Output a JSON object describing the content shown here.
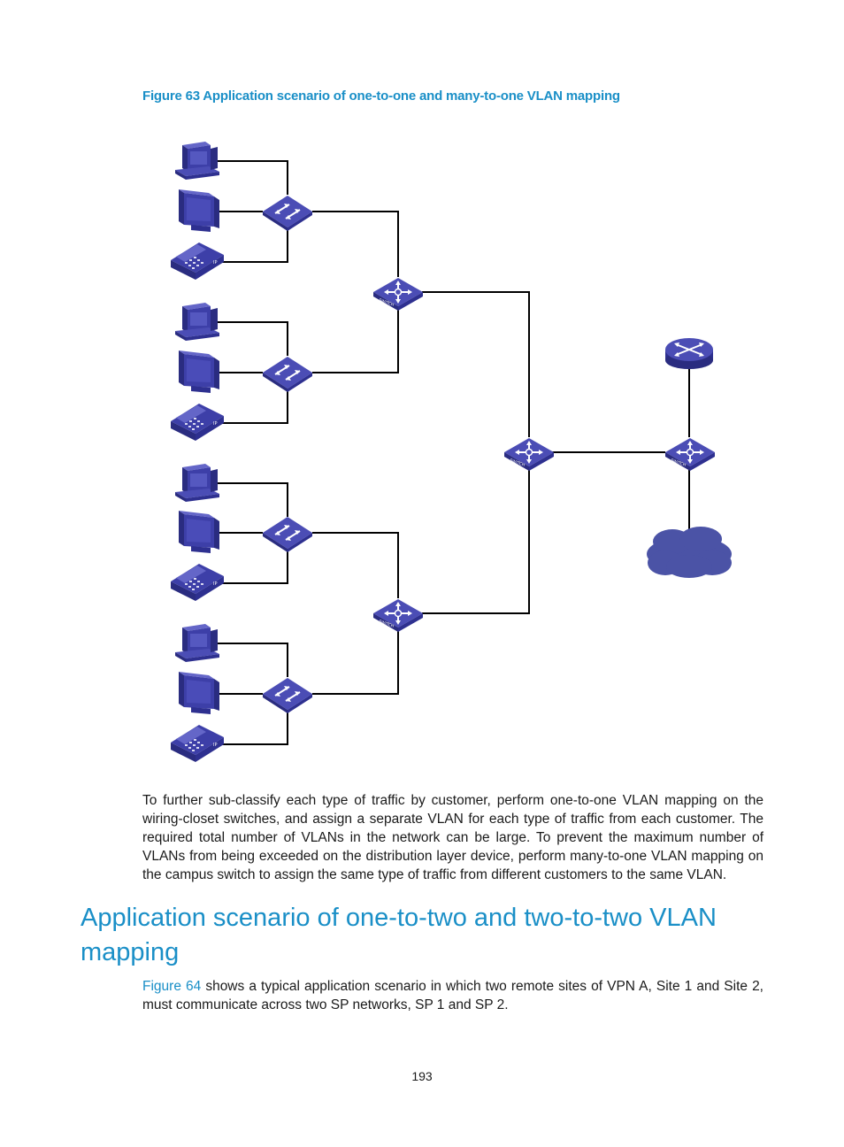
{
  "figure": {
    "caption": "Figure 63 Application scenario of one-to-one and many-to-one VLAN mapping",
    "device_label": "SWITCH",
    "icons": {
      "pc": "desktop-pc-icon",
      "monitor": "monitor-icon",
      "ip_phone": "ip-phone-icon",
      "wiring_switch": "workgroup-switch-icon",
      "l3_switch": "l3-switch-icon",
      "router": "router-icon",
      "cloud": "network-cloud-icon"
    },
    "colors": {
      "device_fill": "#3d3fa8",
      "device_dark": "#2a2c80",
      "device_light": "#6466c8",
      "link": "#000000",
      "cloud": "#4b53a6"
    }
  },
  "paragraph1": "To further sub-classify each type of traffic by customer, perform one-to-one VLAN mapping on the wiring-closet switches, and assign a separate VLAN for each type of traffic from each customer. The required total number of VLANs in the network can be large. To prevent the maximum number of VLANs from being exceeded on the distribution layer device, perform many-to-one VLAN mapping on the campus switch to assign the same type of traffic from different customers to the same VLAN.",
  "section_title": "Application scenario of one-to-two and two-to-two VLAN mapping",
  "paragraph2": {
    "link": "Figure 64",
    "text": " shows a typical application scenario in which two remote sites of VPN A, Site 1 and Site 2, must communicate across two SP networks, SP 1 and SP 2."
  },
  "page_number": "193"
}
